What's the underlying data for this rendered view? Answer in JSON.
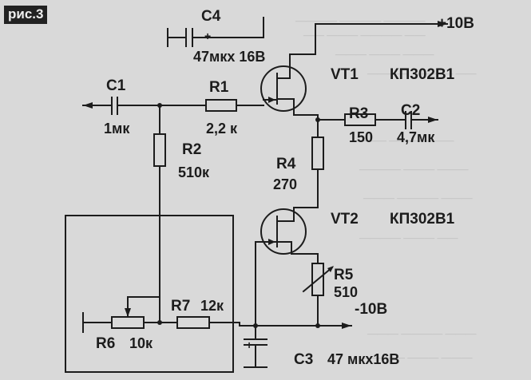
{
  "figure": {
    "label": "рис.3"
  },
  "components": {
    "c4": {
      "ref": "C4",
      "value": "47мкх 16В"
    },
    "c1": {
      "ref": "C1",
      "value": "1мк"
    },
    "r1": {
      "ref": "R1",
      "value": "2,2 к"
    },
    "r2": {
      "ref": "R2",
      "value": "510к"
    },
    "vt1": {
      "ref": "VT1",
      "type": "КП302В1"
    },
    "r3": {
      "ref": "R3",
      "value": "150"
    },
    "c2": {
      "ref": "C2",
      "value": "4,7мк"
    },
    "r4": {
      "ref": "R4",
      "value": "270"
    },
    "vt2": {
      "ref": "VT2",
      "type": "КП302В1"
    },
    "r5": {
      "ref": "R5",
      "value": "510"
    },
    "r7": {
      "ref": "R7",
      "value": "12к"
    },
    "r6": {
      "ref": "R6",
      "value": "10к"
    },
    "c3": {
      "ref": "C3",
      "value": "47 мкх16В"
    }
  },
  "rails": {
    "pos": "+10В",
    "neg": "-10В",
    "c4_plus": "+",
    "c3_plus": "+"
  }
}
